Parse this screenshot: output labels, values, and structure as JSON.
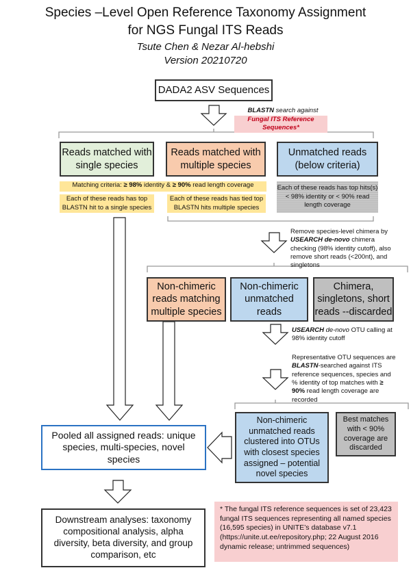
{
  "title": {
    "line1": "Species –Level Open Reference Taxonomy Assignment",
    "line2": "for NGS Fungal ITS Reads",
    "authors": "Tsute Chen & Nezar Al-hebshi",
    "version": "Version 20210720"
  },
  "boxes": {
    "asv": "DADA2 ASV Sequences",
    "single": "Reads matched with single species",
    "multiple": "Reads matched with multiple species",
    "unmatched": "Unmatched reads (below criteria)",
    "nonchim_multi": "Non-chimeric reads matching multiple species",
    "nonchim_unmatched": "Non-chimeric unmatched reads",
    "chimera": "Chimera, singletons, short reads --discarded",
    "clustered": "Non-chimeric unmatched reads clustered into OTUs with closest species assigned – potential novel species",
    "best_matches": "Best matches with < 90% coverage are discarded",
    "pooled": "Pooled all assigned reads: unique species, multi-species, novel species",
    "downstream": "Downstream analyses: taxonomy compositional analysis, alpha diversity, beta diversity, and group comparison, etc"
  },
  "notes": {
    "blastn_bold": "BLASTN",
    "blastn_rest": " search against",
    "fungal_ref": "Fungal ITS Reference Sequences*",
    "criteria_pre": "Matching criteria: ",
    "criteria_b1": "≥ 98%",
    "criteria_mid": " identity & ",
    "criteria_b2": "≥ 90%",
    "criteria_post": " read length coverage",
    "single_note": "Each of these reads has top BLASTN hit to a single species",
    "multi_note": "Each of these reads has tied top BLASTN hits multiple species",
    "unmatched_note": "Each of these reads has top hits(s) < 98% identity or < 90% read length coverage",
    "chimera_pre": "Remove species-level chimera by ",
    "chimera_b": "USEARCH de-novo",
    "chimera_post": " chimera checking (98% identity cutoff), also remove short reads (<200nt), and singletons",
    "otu_b": "USEARCH",
    "otu_i": " de-novo",
    "otu_post": " OTU calling at 98% identity cutoff",
    "rep_pre": "Representative OTU sequences are ",
    "rep_b": "BLASTN",
    "rep_mid": "-searched against ITS reference sequences, species and % identity of top matches with ",
    "rep_b2": "≥ 90%",
    "rep_post": " read length coverage are recorded",
    "footnote": "* The fungal ITS reference sequences is set of 23,423 fungal ITS sequences representing all named species (16,595 species) in UNITE’s database v7.1 (https://unite.ut.ee/repository.php; 22 August 2016 dynamic release; untrimmed sequences)"
  }
}
